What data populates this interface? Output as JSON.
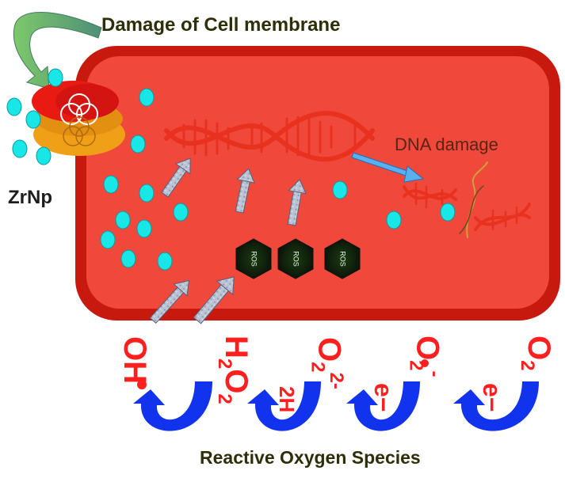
{
  "labels": {
    "membrane_damage": "Damage of Cell membrane",
    "nanoparticle": "ZrNp",
    "dna_damage": "DNA damage",
    "ros_title": "Reactive Oxygen Species",
    "ros_badge": "ROS"
  },
  "species": {
    "hydroxyl": "OH",
    "peroxide_h": "H",
    "peroxide_h_sub": "2",
    "peroxide_o": "O",
    "peroxide_o_sub": "2",
    "peroxide_ion_o": "O",
    "peroxide_ion_sub": "2",
    "peroxide_ion_sup": "2-",
    "superoxide_o": "O",
    "superoxide_sub": "2",
    "superoxide_sup": "-",
    "oxygen_o": "O",
    "oxygen_sub": "2"
  },
  "reactions": {
    "step1": "2H",
    "step2": "e−",
    "step3": "e−"
  },
  "colors": {
    "cell_fill": "#f0493c",
    "cell_border": "#c21a10",
    "particle": "#19e6e6",
    "dna": "#e8321f",
    "species_red": "#ff1f1f",
    "arrow_blue": "#1133ee",
    "ros_hex": "#0e220e",
    "membrane_arrow": "#5fae6b"
  }
}
